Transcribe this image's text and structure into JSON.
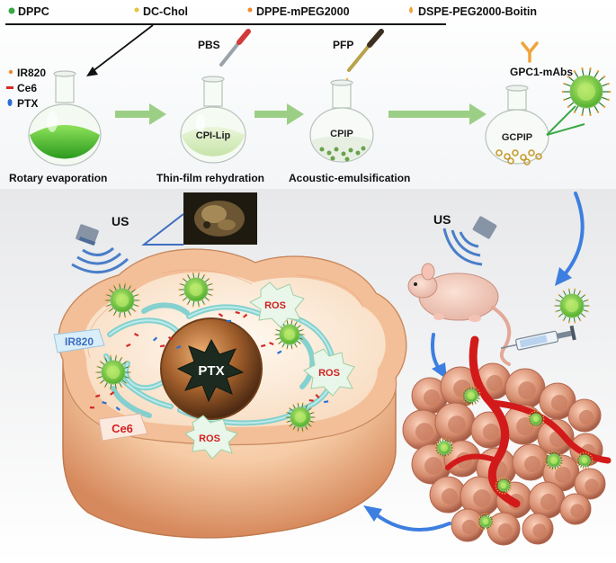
{
  "legend": [
    {
      "label": "DPPC",
      "color": "#3aa845"
    },
    {
      "label": "DC-Chol",
      "color": "#e8c23a"
    },
    {
      "label": "DPPE-mPEG2000",
      "color": "#f08a2c"
    },
    {
      "label": "DSPE-PEG2000-Boitin",
      "color": "#f0a33a"
    }
  ],
  "components": [
    {
      "label": "IR820",
      "color": "#f08a2c"
    },
    {
      "label": "Ce6",
      "color": "#d62828"
    },
    {
      "label": "PTX",
      "color": "#2a6fd6"
    }
  ],
  "reagents": {
    "pbs": "PBS",
    "pfp": "PFP",
    "antibody": "GPC1-mAbs"
  },
  "steps": [
    {
      "flask_label": "",
      "caption": "Rotary evaporation"
    },
    {
      "flask_label": "CPI-Lip",
      "caption": "Thin-film rehydration"
    },
    {
      "flask_label": "CPIP",
      "caption": "Acoustic-emulsification"
    },
    {
      "flask_label": "GCPIP",
      "caption": ""
    }
  ],
  "cell": {
    "us_left": "US",
    "us_right": "US",
    "nucleus": "PTX",
    "ir820": "IR820",
    "ce6": "Ce6",
    "ros": [
      "ROS",
      "ROS",
      "ROS"
    ]
  },
  "colors": {
    "accent_green": "#9ccf86",
    "flow_blue": "#3d7fe0",
    "ros_red": "#d21f1f",
    "vessel_red": "#d21a1a"
  }
}
